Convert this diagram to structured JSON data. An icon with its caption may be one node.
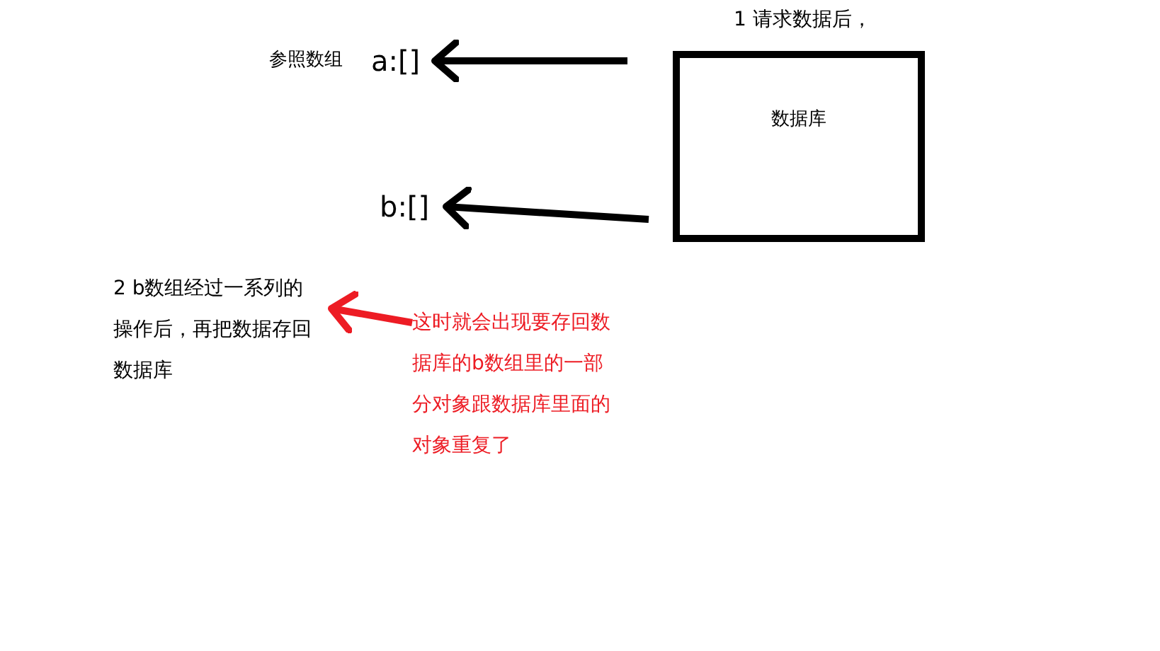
{
  "diagram": {
    "nodes": [
      {
        "text": [
          "1 请求数据后，",
          "数据库"
        ]
      },
      {
        "text": [
          "a:[]"
        ],
        "beside": [
          "参照数组"
        ]
      },
      {
        "text": [
          "b:[]"
        ]
      },
      {
        "text": [
          "2 b数组经过一系列的操作后，再把数据存回数据库"
        ]
      },
      {
        "text": [
          "这时就会出现要存回数据库的b数组里的一部分对象跟数据库里面的对象重复了"
        ]
      }
    ],
    "edges": [
      {
        "from": 0,
        "to": 1,
        "arrow": "to"
      },
      {
        "from": 0,
        "to": 2,
        "arrow": "to"
      },
      {
        "from": 4,
        "to": 3,
        "arrow": "to",
        "color": "#ed1c24"
      }
    ]
  }
}
